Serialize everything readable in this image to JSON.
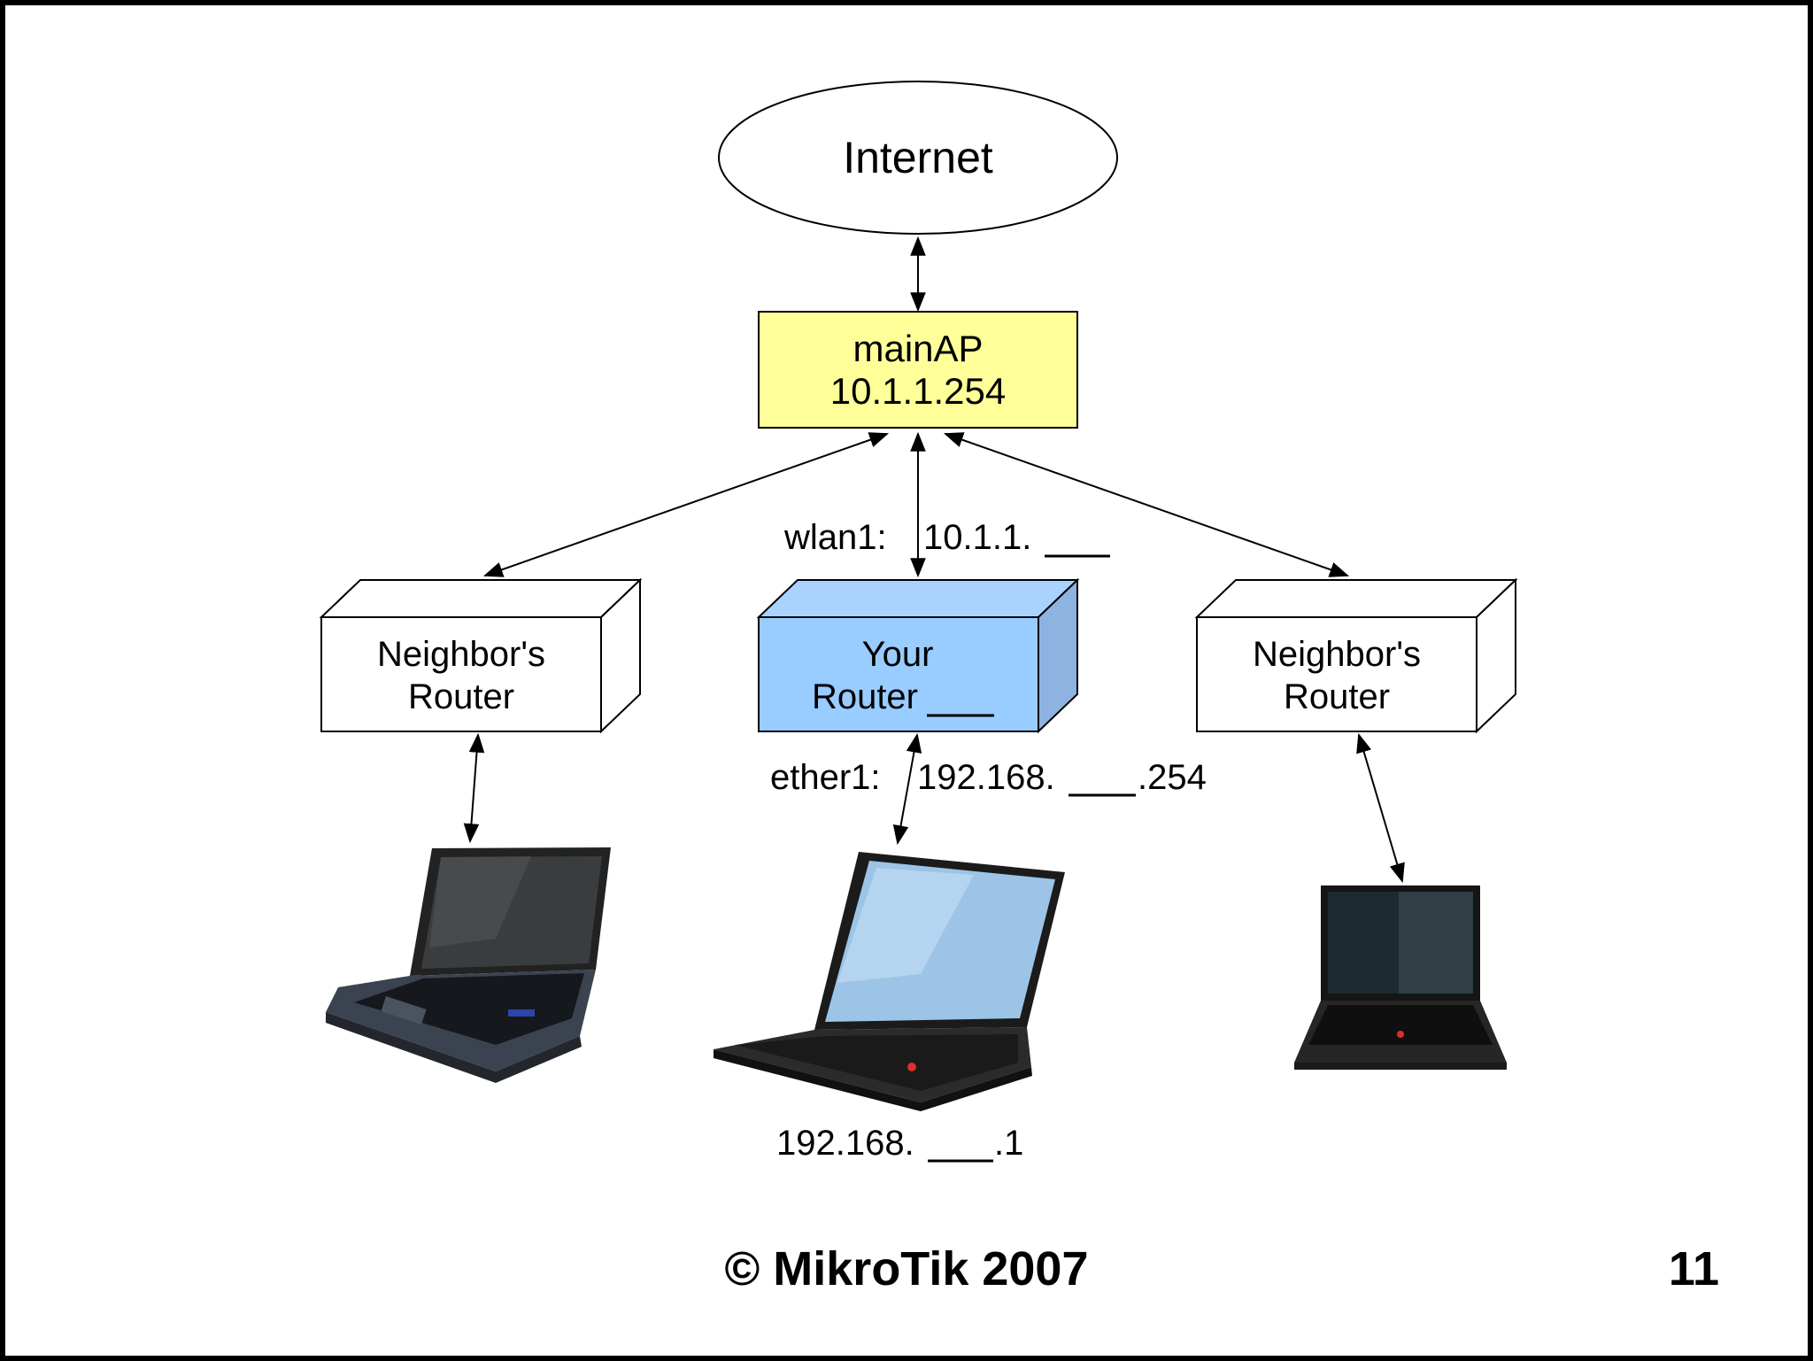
{
  "diagram": {
    "internet": "Internet",
    "main_ap": {
      "line1": "mainAP",
      "line2": "10.1.1.254"
    },
    "neighbor_left": {
      "line1": "Neighbor's",
      "line2": "Router"
    },
    "your_router": {
      "line1": "Your",
      "line2": "Router"
    },
    "neighbor_right": {
      "line1": "Neighbor's",
      "line2": "Router"
    },
    "wlan_label": "wlan1:",
    "wlan_address": "10.1.1.",
    "ether_label": "ether1:",
    "ether_address_prefix": "192.168.",
    "ether_address_suffix": ".254",
    "laptop_address_prefix": "192.168.",
    "laptop_address_suffix": ".1"
  },
  "footer": {
    "copyright": "© MikroTik 2007",
    "page_number": "11"
  },
  "colors": {
    "main_ap_fill": "#ffff99",
    "your_router_front": "#99ccff",
    "your_router_side": "#8fb3e0",
    "border": "#000000"
  }
}
